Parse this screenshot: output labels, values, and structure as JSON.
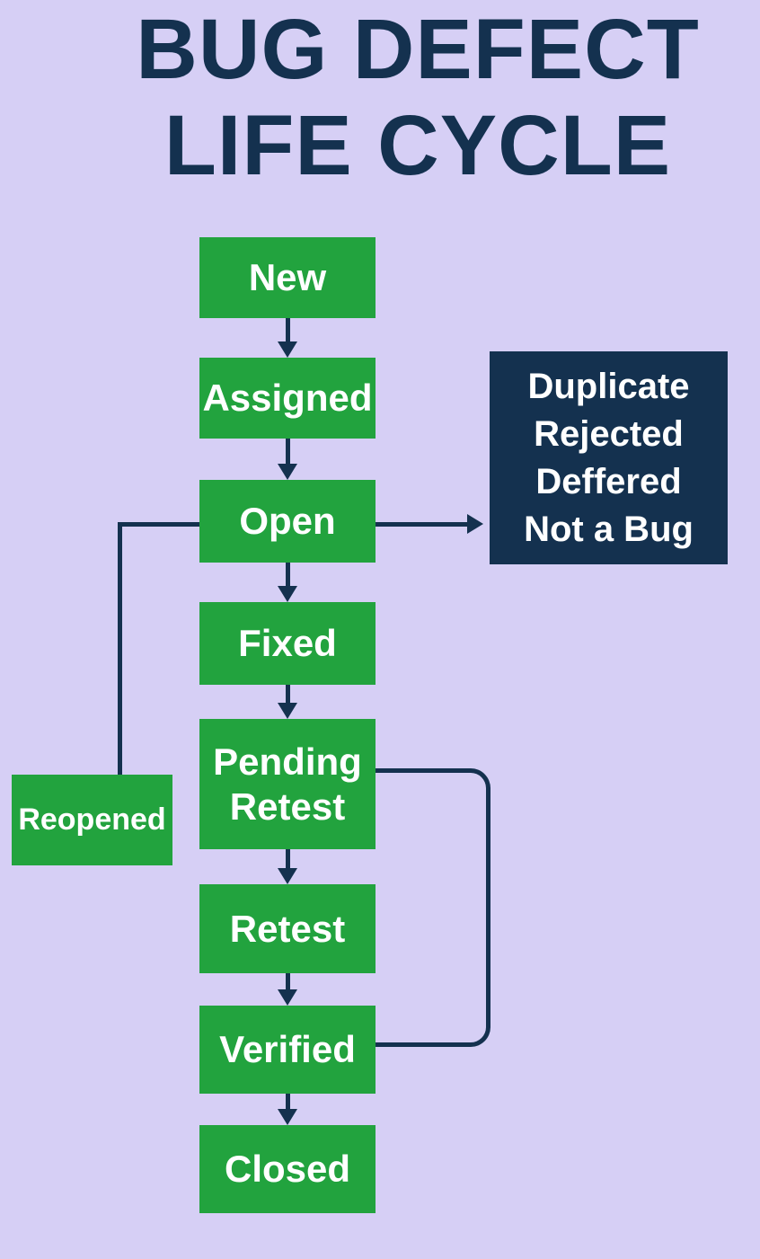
{
  "title": {
    "line1": "BUG DEFECT",
    "line2": "LIFE CYCLE"
  },
  "colors": {
    "background": "#d6cff5",
    "node_green": "#22a33e",
    "navy": "#14314f",
    "text_white": "#ffffff"
  },
  "flow_nodes": [
    {
      "id": "new",
      "label": "New"
    },
    {
      "id": "assigned",
      "label": "Assigned"
    },
    {
      "id": "open",
      "label": "Open"
    },
    {
      "id": "fixed",
      "label": "Fixed"
    },
    {
      "id": "pending-retest",
      "label": "Pending Retest"
    },
    {
      "id": "retest",
      "label": "Retest"
    },
    {
      "id": "verified",
      "label": "Verified"
    },
    {
      "id": "closed",
      "label": "Closed"
    }
  ],
  "side_nodes": {
    "reopened": {
      "label": "Reopened"
    },
    "terminal": {
      "lines": [
        "Duplicate",
        "Rejected",
        "Deffered",
        "Not a Bug"
      ]
    }
  },
  "edges": [
    {
      "from": "New",
      "to": "Assigned",
      "style": "arrow"
    },
    {
      "from": "Assigned",
      "to": "Open",
      "style": "arrow"
    },
    {
      "from": "Open",
      "to": "Duplicate/Rejected/Deffered/Not a Bug",
      "style": "arrow"
    },
    {
      "from": "Open",
      "to": "Fixed",
      "style": "arrow"
    },
    {
      "from": "Fixed",
      "to": "Pending Retest",
      "style": "arrow"
    },
    {
      "from": "Pending Retest",
      "to": "Retest",
      "style": "arrow"
    },
    {
      "from": "Retest",
      "to": "Verified",
      "style": "arrow"
    },
    {
      "from": "Verified",
      "to": "Closed",
      "style": "arrow"
    },
    {
      "from": "Reopened",
      "to": "Open",
      "style": "line"
    },
    {
      "from": "Pending Retest",
      "to": "Verified",
      "style": "line-loop"
    }
  ]
}
